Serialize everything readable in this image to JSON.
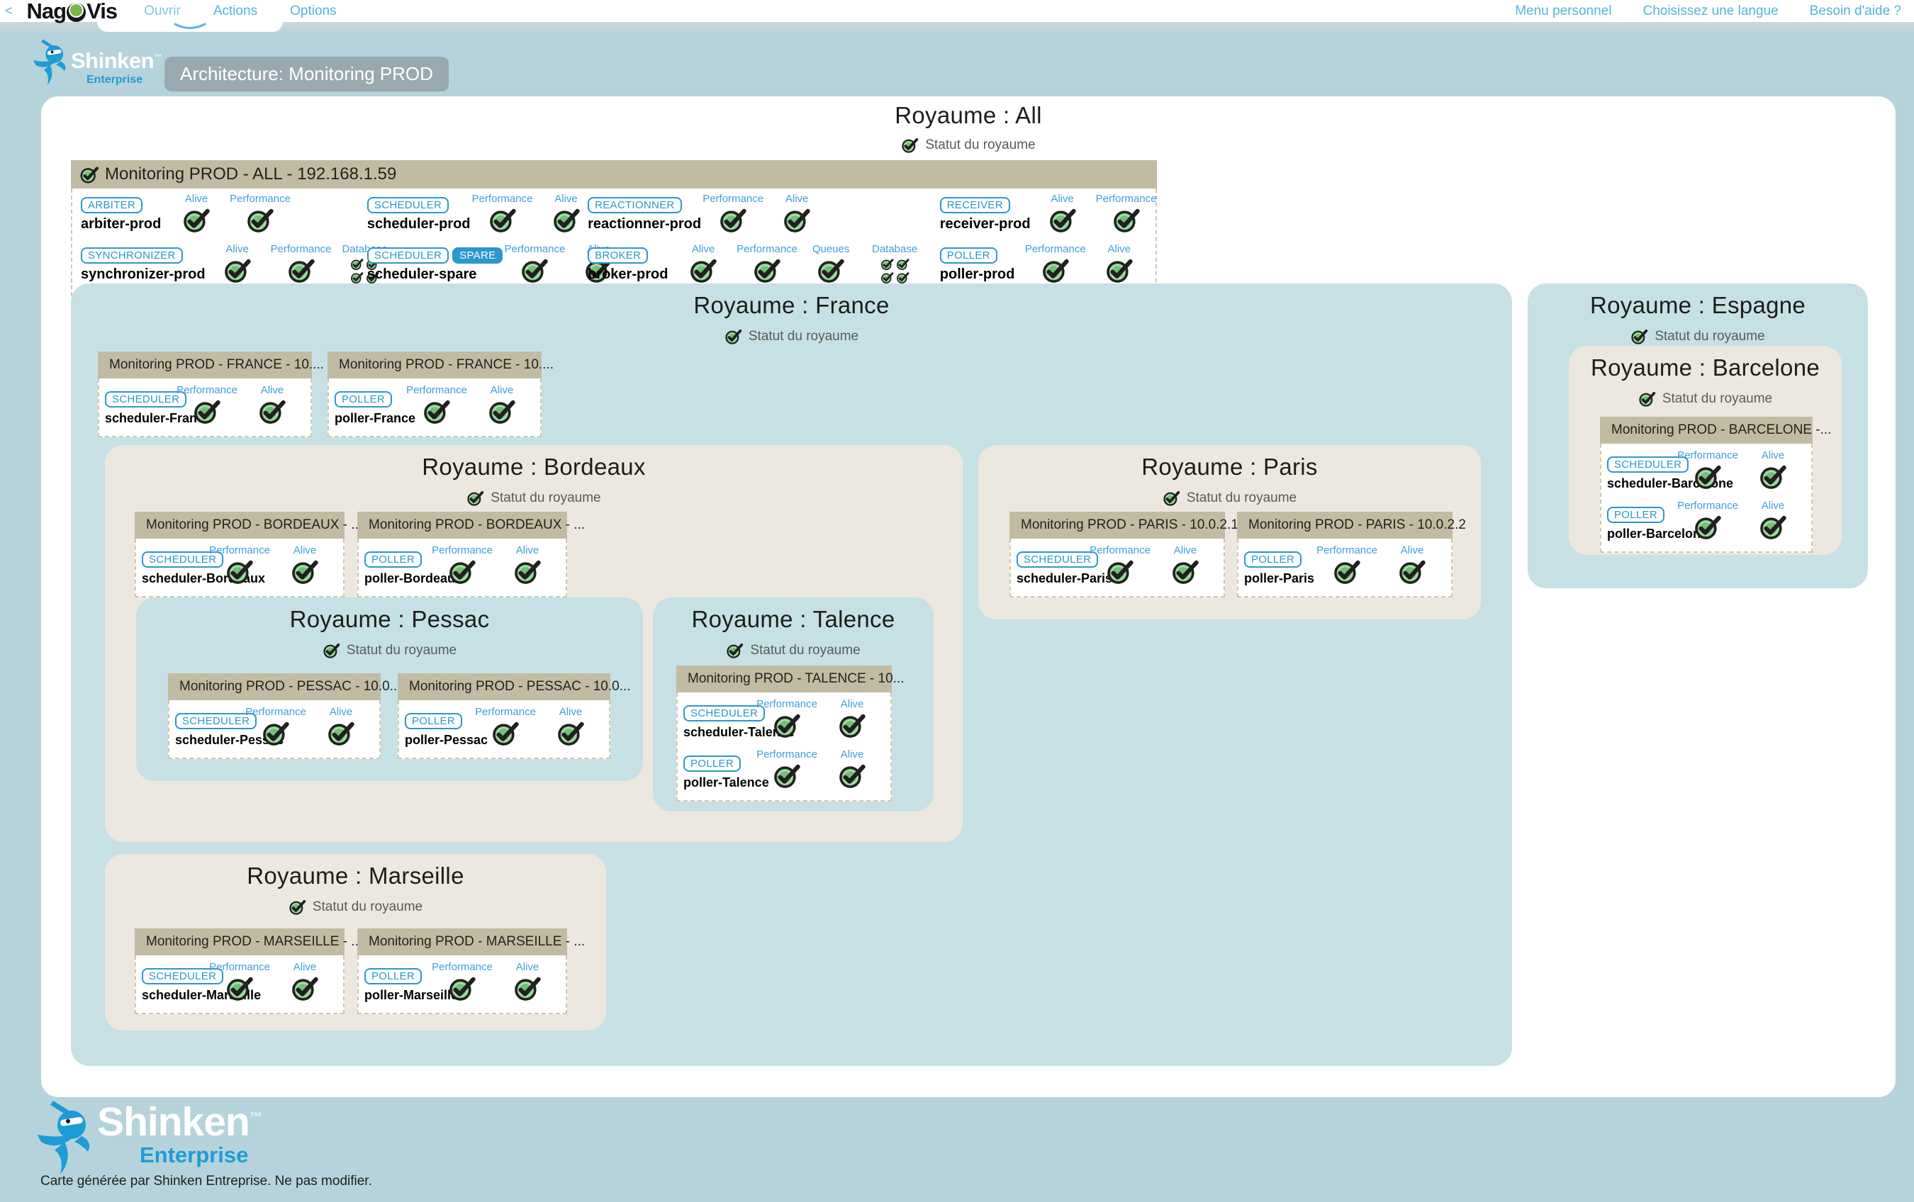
{
  "topbar": {
    "back_arrow": "<",
    "logo": {
      "part1": "Nag",
      "part2": "Vis"
    },
    "menu": [
      {
        "label": "Ouvrir"
      },
      {
        "label": "Actions"
      },
      {
        "label": "Options"
      }
    ],
    "right_menu": [
      {
        "label": "Menu personnel"
      },
      {
        "label": "Choisissez une langue"
      },
      {
        "label": "Besoin d'aide ?"
      }
    ]
  },
  "header": {
    "logo_text": "Shinken",
    "logo_tm": "™",
    "logo_sub": "Enterprise",
    "badge": "Architecture: Monitoring PROD"
  },
  "footer": {
    "logo_text": "Shinken",
    "logo_tm": "™",
    "logo_sub": "Enterprise",
    "caption": "Carte générée par Shinken Entreprise. Ne pas modifier."
  },
  "colors": {
    "page_background": "#b6d3db",
    "realm_blue": "#c7e0e5",
    "realm_beige": "#ece8df",
    "node_header_tan": "#c2bba3",
    "badge_blue": "#2a97cd",
    "check_label_blue": "#3fa0d4",
    "status_ok_green": "#72c175",
    "link_blue": "#53b5da"
  },
  "map": {
    "id": "all",
    "title": "Royaume : All",
    "status_label": "Statut du royaume",
    "tone": "plain",
    "nodes": [
      {
        "id": "all",
        "title": "Monitoring PROD - ALL - 192.168.1.59",
        "rows": [
          [
            {
              "badges": [
                "ARBITER"
              ],
              "name": "arbiter-prod",
              "checks": [
                {
                  "label": "Alive",
                  "icons": 1
                },
                {
                  "label": "Performance",
                  "icons": 1
                }
              ]
            },
            {
              "badges": [
                "SCHEDULER"
              ],
              "name": "scheduler-prod",
              "checks": [
                {
                  "label": "Performance",
                  "icons": 1
                },
                {
                  "label": "Alive",
                  "icons": 1
                }
              ]
            },
            {
              "badges": [
                "REACTIONNER"
              ],
              "name": "reactionner-prod",
              "checks": [
                {
                  "label": "Performance",
                  "icons": 1
                },
                {
                  "label": "Alive",
                  "icons": 1
                }
              ]
            },
            {
              "badges": [
                "RECEIVER"
              ],
              "name": "receiver-prod",
              "checks": [
                {
                  "label": "Alive",
                  "icons": 1
                },
                {
                  "label": "Performance",
                  "icons": 1
                }
              ]
            }
          ],
          [
            {
              "badges": [
                "SYNCHRONIZER"
              ],
              "name": "synchronizer-prod",
              "checks": [
                {
                  "label": "Alive",
                  "icons": 1
                },
                {
                  "label": "Performance",
                  "icons": 1
                },
                {
                  "label": "Database",
                  "icons": 4
                }
              ]
            },
            {
              "badges": [
                "SCHEDULER",
                "SPARE"
              ],
              "name": "scheduler-spare",
              "checks": [
                {
                  "label": "Performance",
                  "icons": 1
                },
                {
                  "label": "Alive",
                  "icons": 1
                }
              ]
            },
            {
              "badges": [
                "BROKER"
              ],
              "name": "broker-prod",
              "checks": [
                {
                  "label": "Alive",
                  "icons": 1
                },
                {
                  "label": "Performance",
                  "icons": 1
                },
                {
                  "label": "Queues",
                  "icons": 1
                },
                {
                  "label": "Database",
                  "icons": 4
                }
              ]
            },
            {
              "badges": [
                "POLLER"
              ],
              "name": "poller-prod",
              "checks": [
                {
                  "label": "Performance",
                  "icons": 1
                },
                {
                  "label": "Alive",
                  "icons": 1
                }
              ]
            }
          ]
        ]
      }
    ],
    "children": [
      {
        "id": "france",
        "title": "Royaume : France",
        "status_label": "Statut du royaume",
        "tone": "blue",
        "nodes": [
          {
            "id": "france-1",
            "title": "Monitoring PROD - FRANCE - 10....",
            "rows": [
              [
                {
                  "badges": [
                    "SCHEDULER"
                  ],
                  "name": "scheduler-France",
                  "checks": [
                    {
                      "label": "Performance",
                      "icons": 1
                    },
                    {
                      "label": "Alive",
                      "icons": 1
                    }
                  ]
                }
              ]
            ]
          },
          {
            "id": "france-2",
            "title": "Monitoring PROD - FRANCE - 10....",
            "rows": [
              [
                {
                  "badges": [
                    "POLLER"
                  ],
                  "name": "poller-France",
                  "checks": [
                    {
                      "label": "Performance",
                      "icons": 1
                    },
                    {
                      "label": "Alive",
                      "icons": 1
                    }
                  ]
                }
              ]
            ]
          }
        ],
        "children": [
          {
            "id": "bordeaux",
            "title": "Royaume : Bordeaux",
            "status_label": "Statut du royaume",
            "tone": "beige",
            "nodes": [
              {
                "id": "bordeaux-1",
                "title": "Monitoring PROD - BORDEAUX - ...",
                "rows": [
                  [
                    {
                      "badges": [
                        "SCHEDULER"
                      ],
                      "name": "scheduler-Bordeaux",
                      "checks": [
                        {
                          "label": "Performance",
                          "icons": 1
                        },
                        {
                          "label": "Alive",
                          "icons": 1
                        }
                      ]
                    }
                  ]
                ]
              },
              {
                "id": "bordeaux-2",
                "title": "Monitoring PROD - BORDEAUX - ...",
                "rows": [
                  [
                    {
                      "badges": [
                        "POLLER"
                      ],
                      "name": "poller-Bordeaux",
                      "checks": [
                        {
                          "label": "Performance",
                          "icons": 1
                        },
                        {
                          "label": "Alive",
                          "icons": 1
                        }
                      ]
                    }
                  ]
                ]
              }
            ],
            "children": [
              {
                "id": "pessac",
                "title": "Royaume : Pessac",
                "status_label": "Statut du royaume",
                "tone": "blue",
                "nodes": [
                  {
                    "id": "pessac-1",
                    "title": "Monitoring PROD - PESSAC - 10.0...",
                    "rows": [
                      [
                        {
                          "badges": [
                            "SCHEDULER"
                          ],
                          "name": "scheduler-Pessac",
                          "checks": [
                            {
                              "label": "Performance",
                              "icons": 1
                            },
                            {
                              "label": "Alive",
                              "icons": 1
                            }
                          ]
                        }
                      ]
                    ]
                  },
                  {
                    "id": "pessac-2",
                    "title": "Monitoring PROD - PESSAC - 10.0...",
                    "rows": [
                      [
                        {
                          "badges": [
                            "POLLER"
                          ],
                          "name": "poller-Pessac",
                          "checks": [
                            {
                              "label": "Performance",
                              "icons": 1
                            },
                            {
                              "label": "Alive",
                              "icons": 1
                            }
                          ]
                        }
                      ]
                    ]
                  }
                ],
                "children": []
              },
              {
                "id": "talence",
                "title": "Royaume : Talence",
                "status_label": "Statut du royaume",
                "tone": "blue",
                "nodes": [
                  {
                    "id": "talence-1",
                    "title": "Monitoring PROD - TALENCE - 10...",
                    "rows": [
                      [
                        {
                          "badges": [
                            "SCHEDULER"
                          ],
                          "name": "scheduler-Talence",
                          "checks": [
                            {
                              "label": "Performance",
                              "icons": 1
                            },
                            {
                              "label": "Alive",
                              "icons": 1
                            }
                          ]
                        }
                      ],
                      [
                        {
                          "badges": [
                            "POLLER"
                          ],
                          "name": "poller-Talence",
                          "checks": [
                            {
                              "label": "Performance",
                              "icons": 1
                            },
                            {
                              "label": "Alive",
                              "icons": 1
                            }
                          ]
                        }
                      ]
                    ]
                  }
                ],
                "children": []
              }
            ]
          },
          {
            "id": "paris",
            "title": "Royaume : Paris",
            "status_label": "Statut du royaume",
            "tone": "beige",
            "nodes": [
              {
                "id": "paris-1",
                "title": "Monitoring PROD - PARIS - 10.0.2.1",
                "rows": [
                  [
                    {
                      "badges": [
                        "SCHEDULER"
                      ],
                      "name": "scheduler-Paris",
                      "checks": [
                        {
                          "label": "Performance",
                          "icons": 1
                        },
                        {
                          "label": "Alive",
                          "icons": 1
                        }
                      ]
                    }
                  ]
                ]
              },
              {
                "id": "paris-2",
                "title": "Monitoring PROD - PARIS - 10.0.2.2",
                "rows": [
                  [
                    {
                      "badges": [
                        "POLLER"
                      ],
                      "name": "poller-Paris",
                      "checks": [
                        {
                          "label": "Performance",
                          "icons": 1
                        },
                        {
                          "label": "Alive",
                          "icons": 1
                        }
                      ]
                    }
                  ]
                ]
              }
            ],
            "children": []
          },
          {
            "id": "marseille",
            "title": "Royaume : Marseille",
            "status_label": "Statut du royaume",
            "tone": "beige",
            "nodes": [
              {
                "id": "marseille-1",
                "title": "Monitoring PROD - MARSEILLE - ...",
                "rows": [
                  [
                    {
                      "badges": [
                        "SCHEDULER"
                      ],
                      "name": "scheduler-Marseille",
                      "checks": [
                        {
                          "label": "Performance",
                          "icons": 1
                        },
                        {
                          "label": "Alive",
                          "icons": 1
                        }
                      ]
                    }
                  ]
                ]
              },
              {
                "id": "marseille-2",
                "title": "Monitoring PROD - MARSEILLE - ...",
                "rows": [
                  [
                    {
                      "badges": [
                        "POLLER"
                      ],
                      "name": "poller-Marseille",
                      "checks": [
                        {
                          "label": "Performance",
                          "icons": 1
                        },
                        {
                          "label": "Alive",
                          "icons": 1
                        }
                      ]
                    }
                  ]
                ]
              }
            ],
            "children": []
          }
        ]
      },
      {
        "id": "espagne",
        "title": "Royaume : Espagne",
        "status_label": "Statut du royaume",
        "tone": "blue",
        "nodes": [],
        "children": [
          {
            "id": "barcelone",
            "title": "Royaume : Barcelone",
            "status_label": "Statut du royaume",
            "tone": "beige",
            "nodes": [
              {
                "id": "barcelone-1",
                "title": "Monitoring PROD - BARCELONE -...",
                "rows": [
                  [
                    {
                      "badges": [
                        "SCHEDULER"
                      ],
                      "name": "scheduler-Barcelone",
                      "checks": [
                        {
                          "label": "Performance",
                          "icons": 1
                        },
                        {
                          "label": "Alive",
                          "icons": 1
                        }
                      ]
                    }
                  ],
                  [
                    {
                      "badges": [
                        "POLLER"
                      ],
                      "name": "poller-Barcelone",
                      "checks": [
                        {
                          "label": "Performance",
                          "icons": 1
                        },
                        {
                          "label": "Alive",
                          "icons": 1
                        }
                      ]
                    }
                  ]
                ]
              }
            ],
            "children": []
          }
        ]
      }
    ]
  }
}
